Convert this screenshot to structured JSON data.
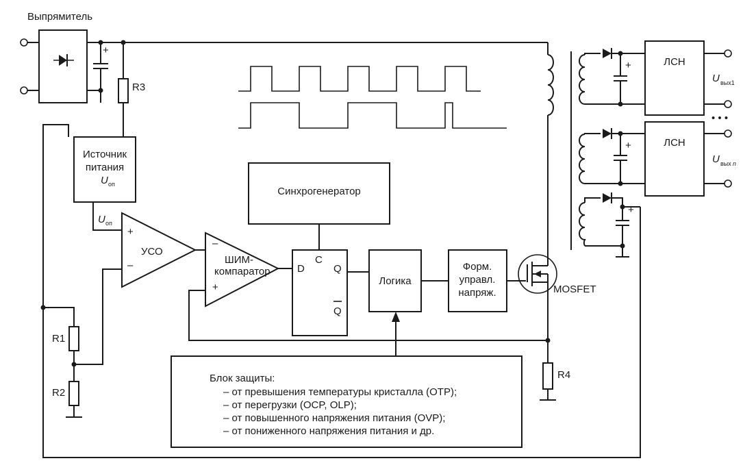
{
  "labels": {
    "rectifier": "Выпрямитель",
    "r1": "R1",
    "r2": "R2",
    "r3": "R3",
    "r4": "R4",
    "plus": "+",
    "minus": "–",
    "supply_l1": "Источник",
    "supply_l2": "питания",
    "u_letter": "U",
    "sub_op": "оп",
    "uso": "УСО",
    "pwm_l1": "ШИМ-",
    "pwm_l2": "компаратор",
    "syncgen": "Синхрогенератор",
    "d": "D",
    "c": "C",
    "q": "Q",
    "qbar": "Q",
    "logic": "Логика",
    "drv_l1": "Форм.",
    "drv_l2": "управл.",
    "drv_l3": "напряж.",
    "mosfet": "MOSFET",
    "lsn": "ЛСН",
    "sub_out1": "вых1",
    "sub_outn": "вых",
    "sub_outn_italic": "n",
    "dots": "• • •"
  },
  "protection": {
    "title": "Блок защиты:",
    "items": [
      "– от превышения температуры кристалла (OTP);",
      "– от перегрузки (OCP, OLP);",
      "– от повышенного напряжения питания (OVP);",
      "– от пониженного напряжения питания и др."
    ]
  }
}
